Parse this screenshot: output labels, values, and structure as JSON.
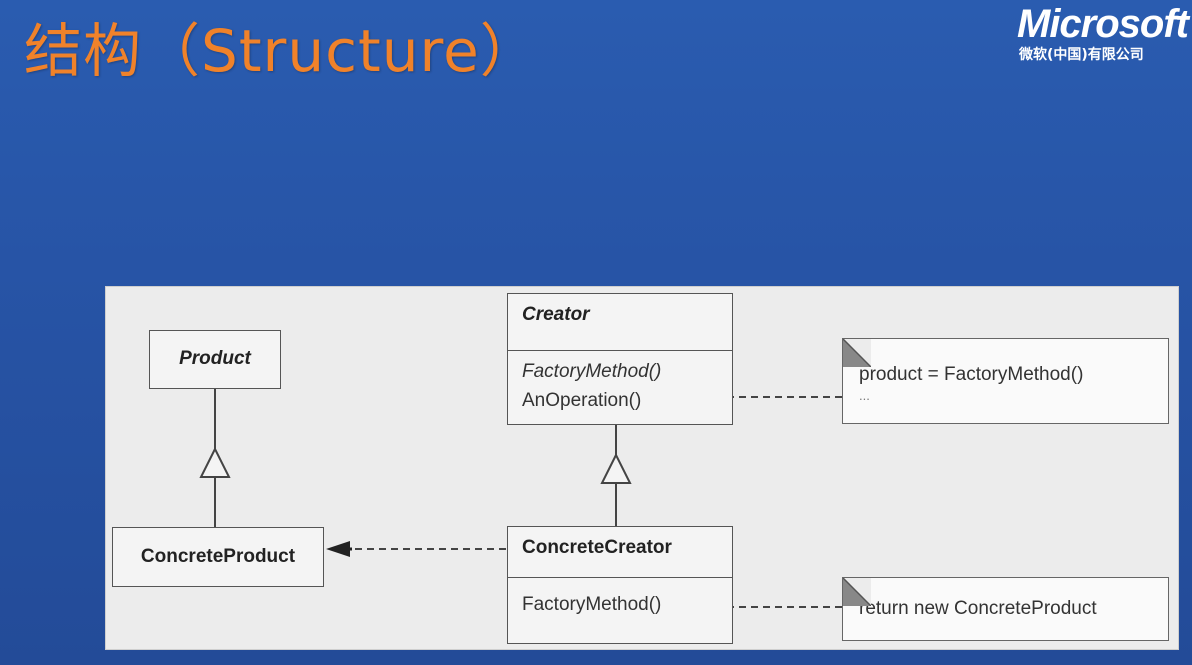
{
  "slide": {
    "title": "结构（Structure）"
  },
  "logo": {
    "brand": "Microsoft",
    "subtitle": "微软(中国)有限公司"
  },
  "diagram": {
    "product": {
      "name": "Product"
    },
    "concrete_product": {
      "name": "ConcreteProduct"
    },
    "creator": {
      "name": "Creator",
      "operations": [
        "FactoryMethod()",
        "AnOperation()"
      ]
    },
    "concrete_creator": {
      "name": "ConcreteCreator",
      "operations": [
        "FactoryMethod()"
      ]
    },
    "note_creator": {
      "lines": [
        "...",
        "product = FactoryMethod()",
        "..."
      ]
    },
    "note_concrete_creator": {
      "lines": [
        "return new ConcreteProduct"
      ]
    }
  },
  "colors": {
    "background": "#2754a6",
    "title": "#f0822a",
    "diagram_bg": "#ececec"
  }
}
